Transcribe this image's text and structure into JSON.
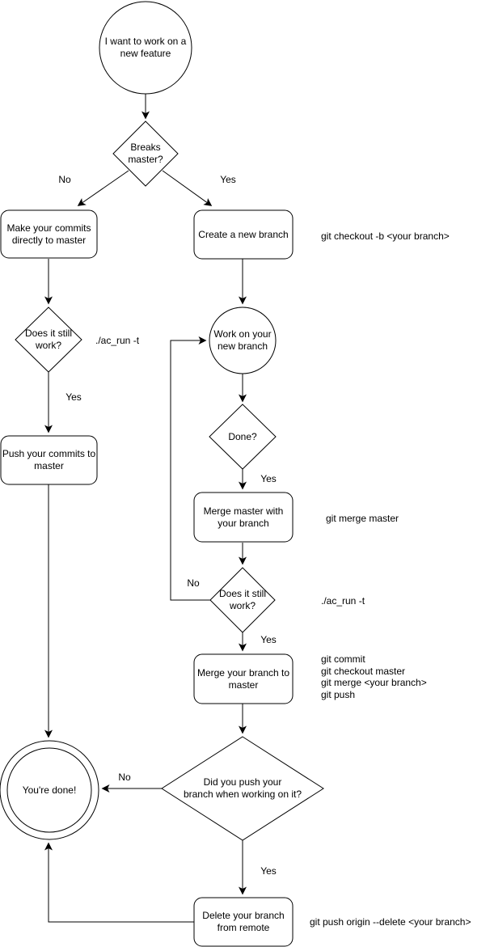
{
  "diagram": {
    "type": "flowchart",
    "topic": "git branching workflow decision tree",
    "colors": {
      "stroke": "#000000",
      "node_fill": "#ffffff",
      "text": "#000000",
      "background": "#ffffff"
    },
    "nodes": {
      "start": "I want to work on a\nnew feature",
      "breaks_master": "Breaks\nmaster?",
      "make_commits": "Make your commits\ndirectly to master",
      "still_work_left": "Does it still\nwork?",
      "push_commits": "Push your commits to\nmaster",
      "create_branch": "Create a new branch",
      "work_branch": "Work on your\nnew branch",
      "done_q": "Done?",
      "merge_master": "Merge master with\nyour branch",
      "still_work_right": "Does it still\nwork?",
      "merge_branch": "Merge your branch to\nmaster",
      "did_push": "Did you push your\nbranch when working on it?",
      "youre_done": "You're done!",
      "delete_branch": "Delete your branch\nfrom remote"
    },
    "edge_labels": {
      "no_top": "No",
      "yes_top": "Yes",
      "ac_run_left": "./ac_run -t",
      "yes_left": "Yes",
      "yes_done": "Yes",
      "no_loop": "No",
      "ac_run_right": "./ac_run -t",
      "yes_work": "Yes",
      "no_push": "No",
      "yes_push": "Yes"
    },
    "annotations": {
      "checkout_cmd": "git checkout -b <your branch>",
      "merge_master_cmd": "git merge master",
      "merge_branch_cmds": "git commit\ngit checkout master\ngit merge <your branch>\ngit push",
      "delete_cmd": "git push origin --delete <your branch>"
    }
  }
}
